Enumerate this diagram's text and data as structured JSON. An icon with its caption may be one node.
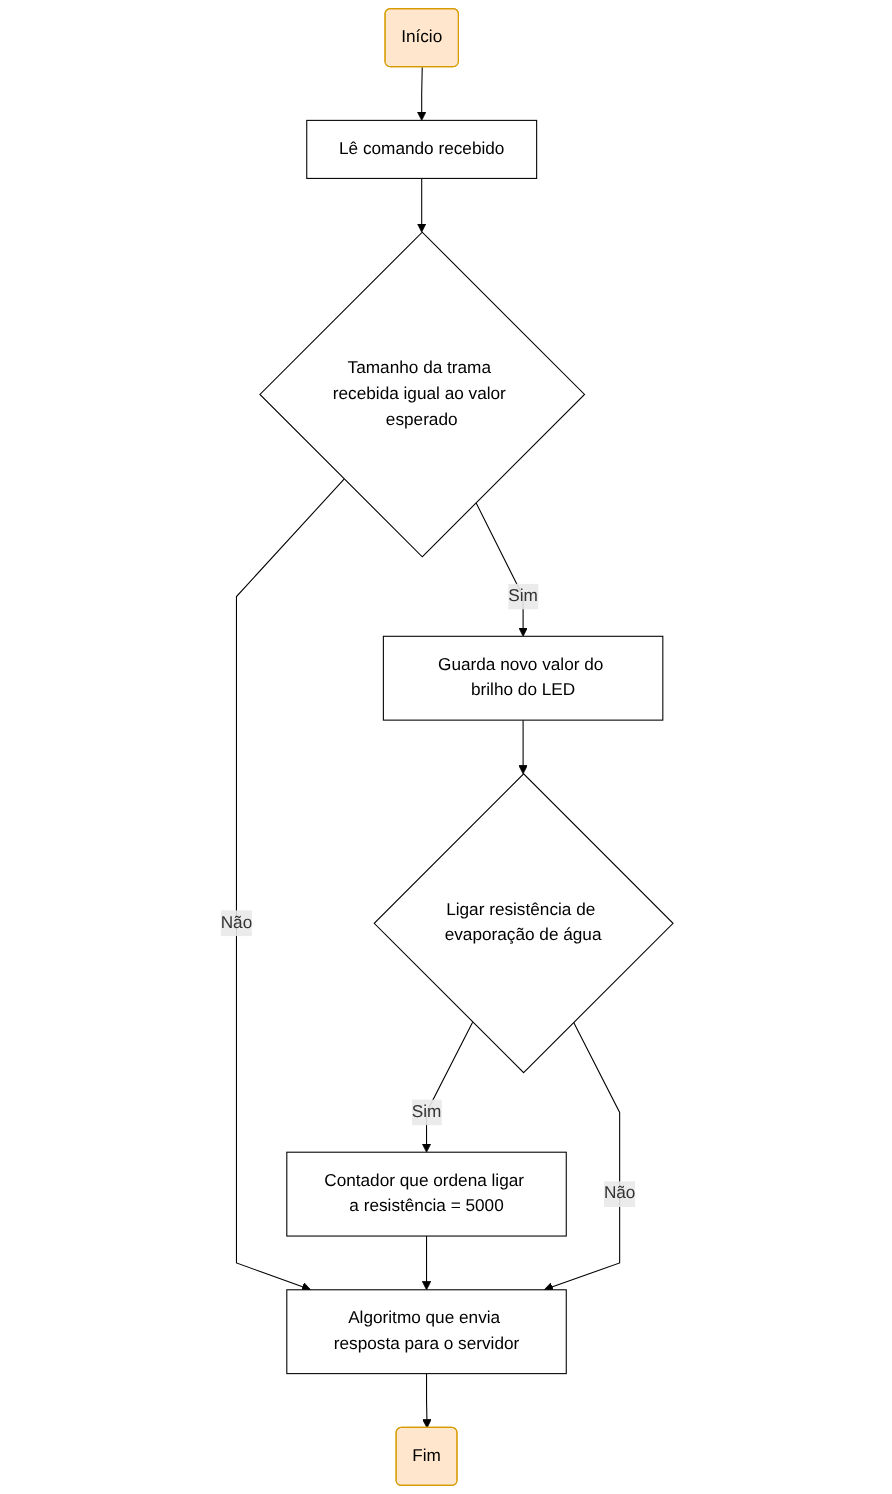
{
  "diagram": {
    "nodes": [
      {
        "text": [
          "Início"
        ]
      },
      {
        "text": [
          "Lê comando recebido"
        ]
      },
      {
        "text": [
          "Tamanho da trama recebida igual ao valor esperado"
        ]
      },
      {
        "text": [
          "Guarda novo valor do brilho do LED"
        ]
      },
      {
        "text": [
          "Ligar resistência de evaporação de água"
        ]
      },
      {
        "text": [
          "Contador que ordena ligar a resistência = 5000"
        ]
      },
      {
        "text": [
          "Algoritmo que envia resposta para o servidor"
        ]
      },
      {
        "text": [
          "Fim"
        ]
      }
    ],
    "edges": [
      {
        "from": 0,
        "to": 1,
        "arrow": "to"
      },
      {
        "from": 1,
        "to": 2,
        "arrow": "to"
      },
      {
        "from": 2,
        "to": 6,
        "arrow": "to",
        "label": "Não"
      },
      {
        "from": 2,
        "to": 3,
        "arrow": "to",
        "label": "Sim"
      },
      {
        "from": 3,
        "to": 4,
        "arrow": "to"
      },
      {
        "from": 4,
        "to": 5,
        "arrow": "to",
        "label": "Sim"
      },
      {
        "from": 5,
        "to": 6,
        "arrow": "to"
      },
      {
        "from": 4,
        "to": 6,
        "arrow": "to",
        "label": "Não"
      },
      {
        "from": 6,
        "to": 7,
        "arrow": "to"
      }
    ]
  }
}
